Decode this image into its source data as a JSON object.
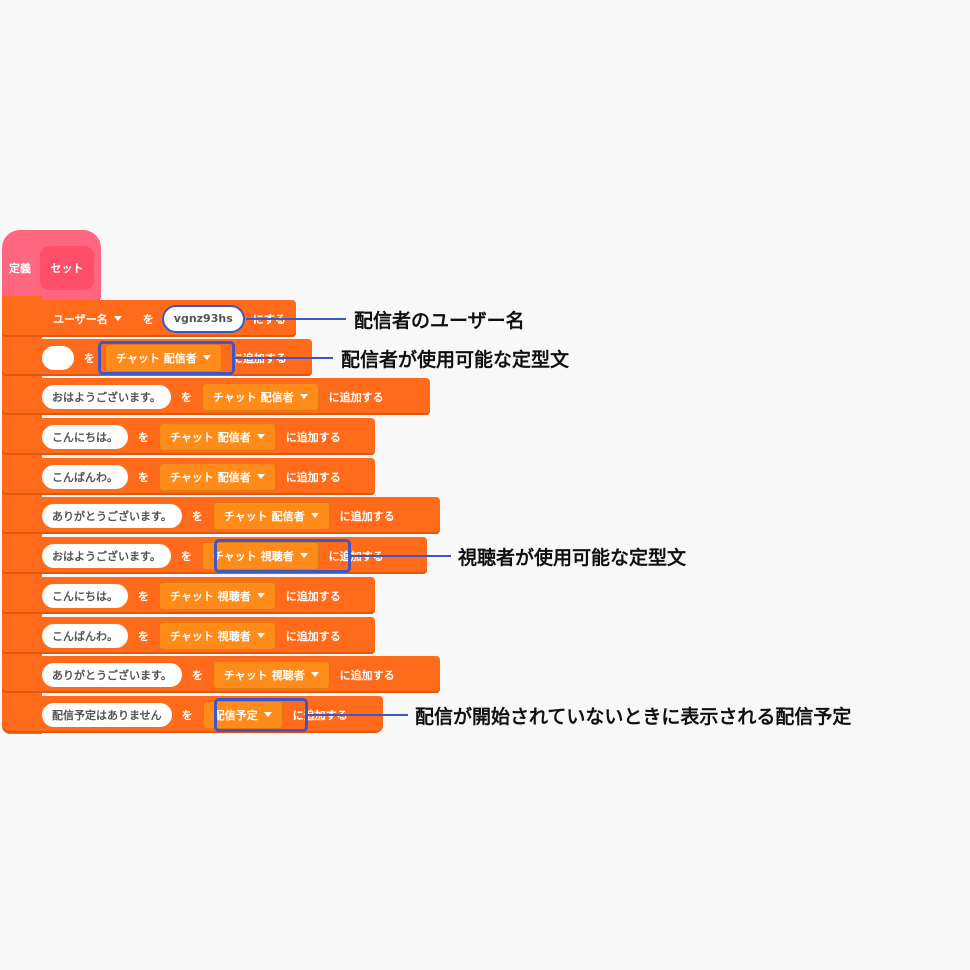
{
  "hat": {
    "prefix": "定義",
    "name": "セット"
  },
  "blocks": [
    {
      "kind": "set",
      "var": "ユーザー名",
      "wo": "を",
      "value": "vgnz93hs",
      "suffix": "にする"
    },
    {
      "kind": "add",
      "text": "",
      "wo": "を",
      "list": "チャット 配信者",
      "suffix": "に追加する"
    },
    {
      "kind": "add",
      "text": "おはようございます。",
      "wo": "を",
      "list": "チャット 配信者",
      "suffix": "に追加する"
    },
    {
      "kind": "add",
      "text": "こんにちは。",
      "wo": "を",
      "list": "チャット 配信者",
      "suffix": "に追加する"
    },
    {
      "kind": "add",
      "text": "こんばんわ。",
      "wo": "を",
      "list": "チャット 配信者",
      "suffix": "に追加する"
    },
    {
      "kind": "add",
      "text": "ありがとうございます。",
      "wo": "を",
      "list": "チャット 配信者",
      "suffix": "に追加する"
    },
    {
      "kind": "add",
      "text": "おはようございます。",
      "wo": "を",
      "list": "チャット 視聴者",
      "suffix": "に追加する"
    },
    {
      "kind": "add",
      "text": "こんにちは。",
      "wo": "を",
      "list": "チャット 視聴者",
      "suffix": "に追加する"
    },
    {
      "kind": "add",
      "text": "こんばんわ。",
      "wo": "を",
      "list": "チャット 視聴者",
      "suffix": "に追加する"
    },
    {
      "kind": "add",
      "text": "ありがとうございます。",
      "wo": "を",
      "list": "チャット 視聴者",
      "suffix": "に追加する"
    },
    {
      "kind": "add",
      "text": "配信予定はありません",
      "wo": "を",
      "list": "配信予定",
      "suffix": "に追加する"
    }
  ],
  "callouts": [
    {
      "text": "配信者のユーザー名"
    },
    {
      "text": "配信者が使用可能な定型文"
    },
    {
      "text": "視聴者が使用可能な定型文"
    },
    {
      "text": "配信が開始されていないときに表示される配信予定"
    }
  ],
  "colors": {
    "hat": "#ff6680",
    "block": "#ff6b1a",
    "dropdown": "#ff8c1a",
    "highlight": "#3f56c8"
  }
}
